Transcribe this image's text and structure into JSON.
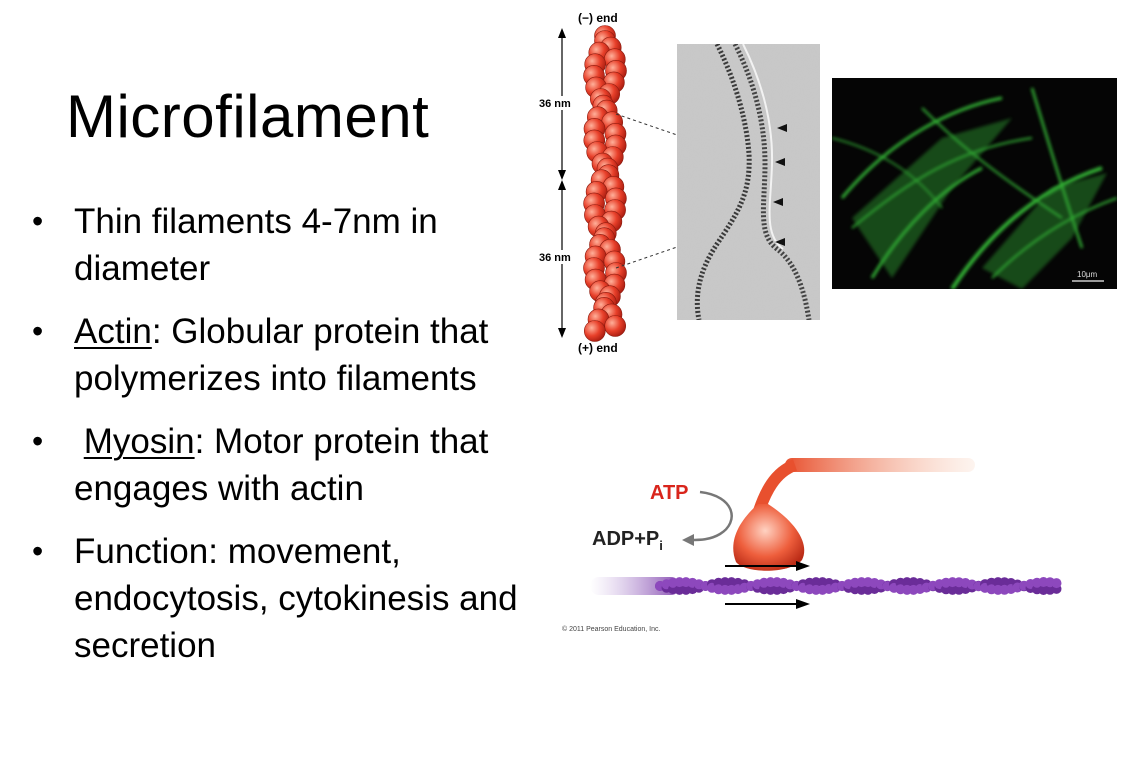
{
  "slide": {
    "title": "Microfilament",
    "bullets": [
      {
        "lead": "",
        "text": "Thin filaments 4-7nm in diameter"
      },
      {
        "lead": "Actin",
        "text": ": Globular protein that polymerizes  into filaments"
      },
      {
        "lead": "Myosin",
        "text": ": Motor protein that engages with actin"
      },
      {
        "lead": "",
        "text": "Function: movement, endocytosis, cytokinesis and secretion"
      }
    ]
  },
  "figures": {
    "actin_model": {
      "minus_end": "(−) end",
      "plus_end": "(+) end",
      "pitch_top": "36 nm",
      "pitch_bottom": "36 nm",
      "monomer_color": "#e8402a"
    },
    "micrograph": {
      "scale_bar": "10μm",
      "stain_color": "#39c43a"
    },
    "myosin_diagram": {
      "atp": "ATP",
      "adp": "ADP+P",
      "adp_sub": "i",
      "copyright": "© 2011 Pearson Education, Inc.",
      "myosin_color": "#e8502e",
      "actin_color": "#7a3aa8"
    }
  }
}
